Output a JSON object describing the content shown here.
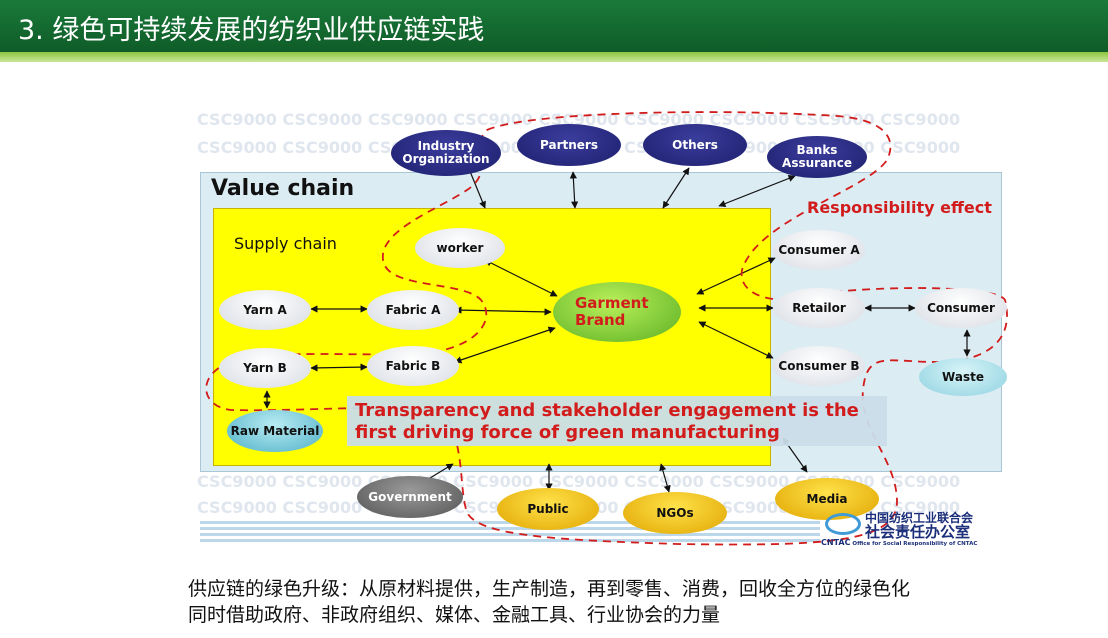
{
  "header": {
    "title": "3. 绿色可持续发展的纺织业供应链实践"
  },
  "diagram": {
    "watermark_text": "CSC9000 CSC9000 CSC9000 CSC9000 CSC9000 CSC9000 CSC9000 CSC9000 CSC9000",
    "labels": {
      "value_chain": "Value chain",
      "supply_chain": "Supply chain",
      "responsibility_effect": "Responsibility effect"
    },
    "nodes": {
      "industry_organization": "Industry Organization",
      "partners": "Partners",
      "others": "Others",
      "banks_assurance": "Banks Assurance",
      "worker": "worker",
      "yarn_a": "Yarn A",
      "fabric_a": "Fabric A",
      "yarn_b": "Yarn B",
      "fabric_b": "Fabric B",
      "raw_material": "Raw Material",
      "garment_brand": "Garment Brand",
      "consumer_a": "Consumer A",
      "retailor": "Retailor",
      "consumer_b": "Consumer B",
      "consumer": "Consumer",
      "waste": "Waste",
      "government": "Government",
      "public": "Public",
      "ngos": "NGOs",
      "media": "Media"
    },
    "banner": {
      "line1": "Transparency and stakeholder engagement is the",
      "line2": "first driving force of green manufacturing"
    },
    "logo": {
      "cn_line1": "中国纺织工业联合会",
      "cn_line2": "社会责任办公室",
      "abbr": "CNTAC",
      "en": "Office for Social Responsibility of CNTAC"
    }
  },
  "caption": {
    "line1": "供应链的绿色升级：从原材料提供，生产制造，再到零售、消费，回收全方位的绿色化",
    "line2": "同时借助政府、非政府组织、媒体、金融工具、行业协会的力量"
  },
  "colors": {
    "header_green": "#1a7a3a",
    "stripe_green": "#8cc63f",
    "supply_chain_yellow": "#ffff00",
    "value_chain_blue": "#dcecf3",
    "accent_red": "#d21c1c",
    "navy": "#1d1f6e"
  }
}
